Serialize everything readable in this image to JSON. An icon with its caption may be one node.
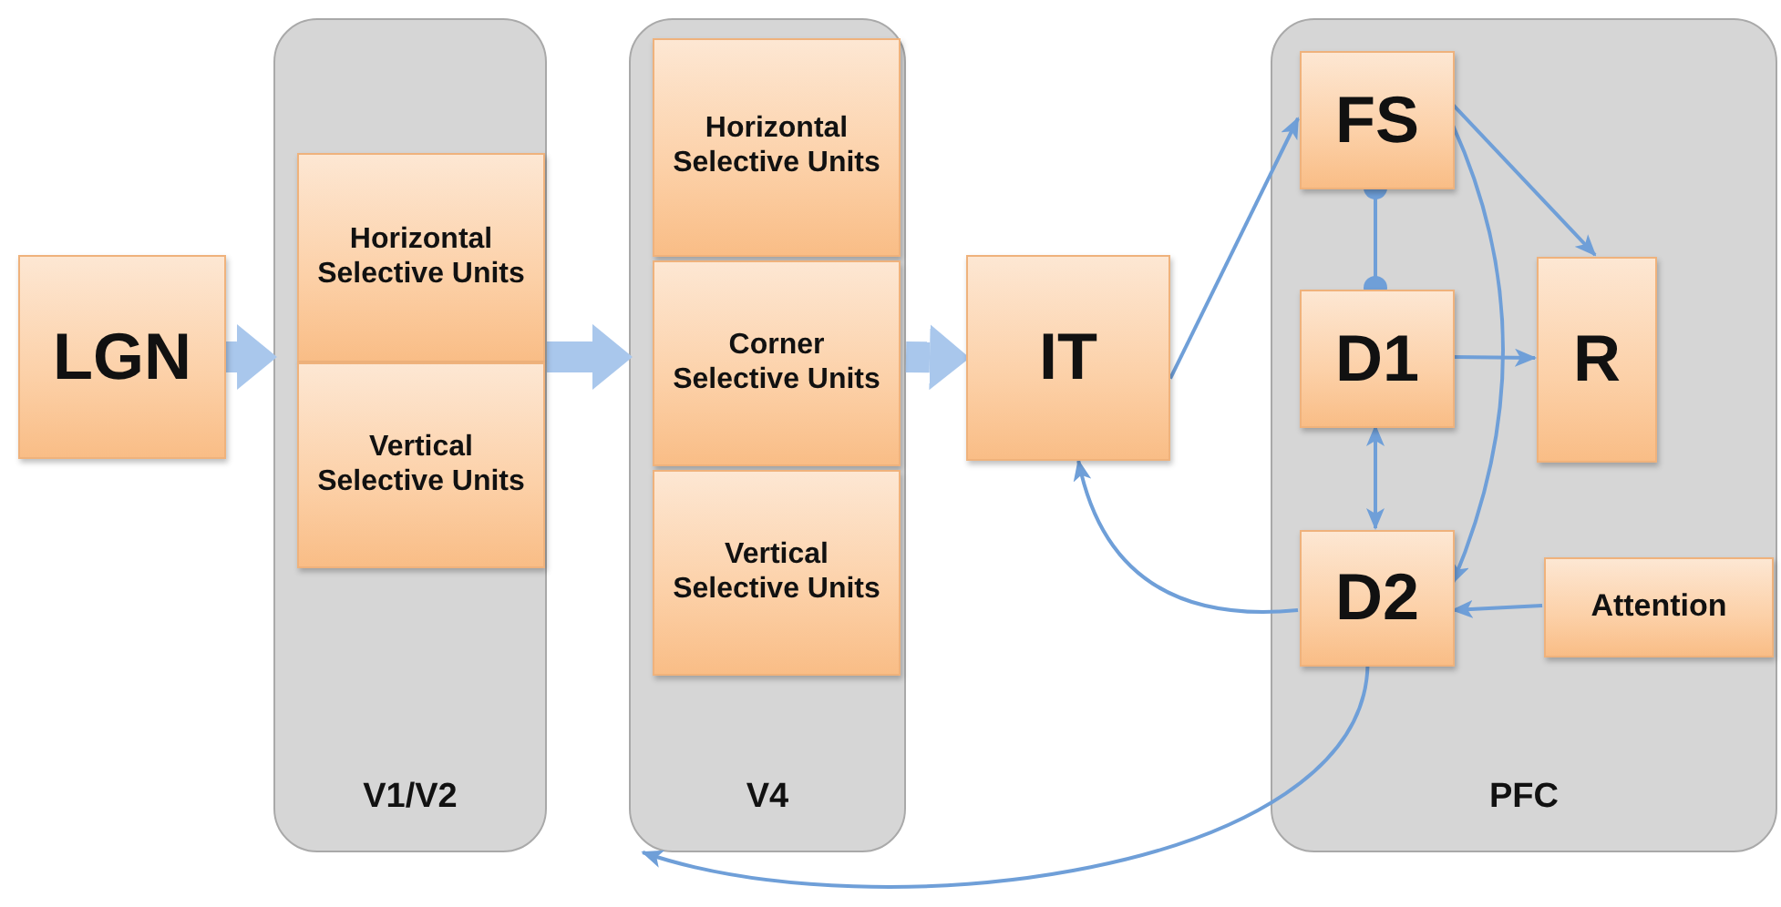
{
  "diagram": {
    "nodes": [
      {
        "text": [
          "LGN"
        ]
      },
      {
        "text": [
          "V1/V2"
        ]
      },
      {
        "text": [
          "Horizontal Selective Units"
        ],
        "in": 1
      },
      {
        "text": [
          "Vertical Selective Units"
        ],
        "in": 1
      },
      {
        "text": [
          "V4"
        ]
      },
      {
        "text": [
          "Horizontal Selective Units"
        ],
        "in": 4
      },
      {
        "text": [
          "Corner Selective Units"
        ],
        "in": 4
      },
      {
        "text": [
          "Vertical Selective Units"
        ],
        "in": 4
      },
      {
        "text": [
          "IT"
        ]
      },
      {
        "text": [
          "PFC"
        ]
      },
      {
        "text": [
          "FS"
        ],
        "in": 9
      },
      {
        "text": [
          "D1"
        ],
        "in": 9
      },
      {
        "text": [
          "R"
        ],
        "in": 9
      },
      {
        "text": [
          "D2"
        ],
        "in": 9
      },
      {
        "text": [
          "Attention"
        ],
        "in": 9
      }
    ],
    "edges": [
      {
        "from": 0,
        "to": 1,
        "arrow": "to",
        "style": "thick",
        "color": "#a9c7ec"
      },
      {
        "from": 1,
        "to": 4,
        "arrow": "to",
        "style": "thick",
        "color": "#a9c7ec"
      },
      {
        "from": 4,
        "to": 8,
        "arrow": "to",
        "style": "thick",
        "color": "#a9c7ec"
      },
      {
        "from": 8,
        "to": 10,
        "arrow": "to"
      },
      {
        "from": 10,
        "to": 12,
        "arrow": "to"
      },
      {
        "from": 10,
        "to": 11,
        "arrow": "other"
      },
      {
        "from": 11,
        "to": 12,
        "arrow": "to"
      },
      {
        "from": 11,
        "to": 13,
        "arrow": "both"
      },
      {
        "from": 10,
        "to": 13,
        "arrow": "to"
      },
      {
        "from": 14,
        "to": 13,
        "arrow": "to"
      },
      {
        "from": 13,
        "to": 8,
        "arrow": "to"
      },
      {
        "from": 13,
        "to": 4,
        "arrow": "to"
      }
    ]
  }
}
